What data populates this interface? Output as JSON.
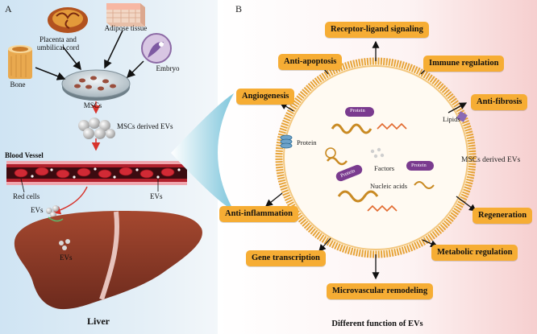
{
  "panel_a": {
    "letter": "A",
    "sources": {
      "placenta": "Placenta and\numbilical cord",
      "adipose": "Adipose tissue",
      "bone": "Bone",
      "embryo": "Embryo"
    },
    "mscs": "MSCs",
    "mscs_evs": "MSCs derived EVs",
    "blood_vessel": "Blood Vessel",
    "red_cells": "Red cells",
    "evs_vessel": "EVs",
    "evs_liver_1": "EVs",
    "evs_liver_2": "EVs",
    "liver": "Liver"
  },
  "panel_b": {
    "letter": "B",
    "caption": "Different function of EVs",
    "functions": {
      "receptor": "Receptor-ligand signaling",
      "anti_apoptosis": "Anti-apoptosis",
      "immune": "Immune regulation",
      "angiogenesis": "Angiogenesis",
      "anti_fibrosis": "Anti-fibrosis",
      "anti_inflammation": "Anti-inflammation",
      "regeneration": "Regeneration",
      "gene": "Gene transcription",
      "metabolic": "Metabolic regulation",
      "microvascular": "Microvascular remodeling"
    },
    "center": {
      "protein_left": "Protein",
      "protein_top": "Protein",
      "protein_mid": "Protein",
      "protein_right": "Protein",
      "lipids": "Lipids",
      "factors": "Factors",
      "nucleic": "Nucleic acids",
      "evs_label": "MSCs derived EVs"
    }
  },
  "colors": {
    "box": "#f6ad34",
    "membrane": "#e7a43a",
    "liver": "#8a3b2a",
    "vessel": "#b0202c"
  }
}
